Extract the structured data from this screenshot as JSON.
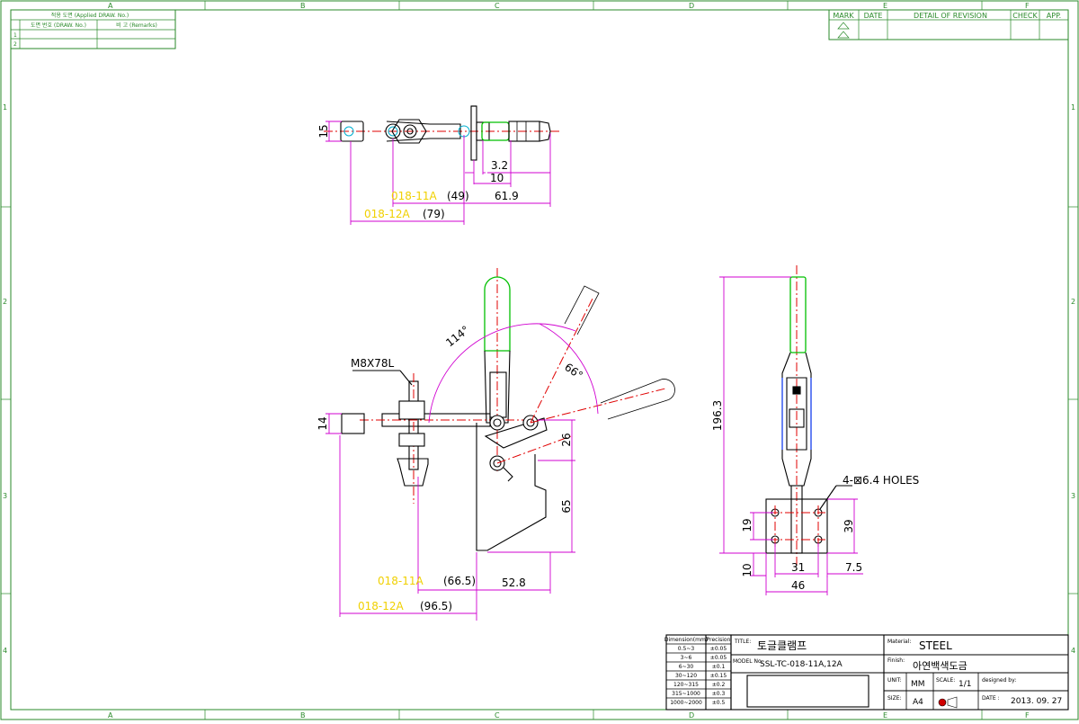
{
  "grid": {
    "cols": [
      "A",
      "B",
      "C",
      "D",
      "E",
      "F"
    ],
    "rows": [
      "1",
      "2",
      "3",
      "4"
    ]
  },
  "applied_table": {
    "header": "적용 도면 (Applied DRAW. No.)",
    "col1": "도면 번호 (DRAW. No.)",
    "col2": "비 고 (Remarks)",
    "rows": [
      "1",
      "2"
    ]
  },
  "revision_table": {
    "mark": "MARK",
    "date": "DATE",
    "detail": "DETAIL OF REVISION",
    "check": "CHECK",
    "app": "APP."
  },
  "top_view": {
    "dims": {
      "d15": "15",
      "d3_2": "3.2",
      "d10": "10",
      "d61_9": "61.9",
      "m11": "018-11A",
      "v11": "(49)",
      "m12": "018-12A",
      "v12": "(79)"
    }
  },
  "front_view": {
    "callout": "M8X78L",
    "angle1": "114°",
    "angle2": "66°",
    "dims": {
      "d14": "14",
      "d26": "26",
      "d65": "65",
      "d52_8": "52.8",
      "m11": "018-11A",
      "v11": "(66.5)",
      "m12": "018-12A",
      "v12": "(96.5)"
    }
  },
  "side_view": {
    "holes": "4-⊠6.4 HOLES",
    "dims": {
      "d196_3": "196.3",
      "d19": "19",
      "d39": "39",
      "d10": "10",
      "d31": "31",
      "d7_5": "7.5",
      "d46": "46"
    }
  },
  "tolerance": {
    "h1": "Dimension(mm)",
    "h2": "Precision",
    "rows": [
      [
        "0.5~3",
        "±0.05"
      ],
      [
        "3~6",
        "±0.05"
      ],
      [
        "6~30",
        "±0.1"
      ],
      [
        "30~120",
        "±0.15"
      ],
      [
        "120~315",
        "±0.2"
      ],
      [
        "315~1000",
        "±0.3"
      ],
      [
        "1000~2000",
        "±0.5"
      ]
    ]
  },
  "title_block": {
    "title_label": "TITLE:",
    "title": "토글클램프",
    "model_label": "MODEL No.",
    "model": "SSL-TC-018-11A,12A",
    "material_label": "Material:",
    "material": "STEEL",
    "finish_label": "Finish:",
    "finish": "아연백색도금",
    "unit_label": "UNIT:",
    "unit": "MM",
    "scale_label": "SCALE:",
    "scale": "1/1",
    "designed_label": "designed by:",
    "size_label": "SIZE:",
    "size": "A4",
    "date_label": "DATE :",
    "date": "2013. 09. 27"
  }
}
